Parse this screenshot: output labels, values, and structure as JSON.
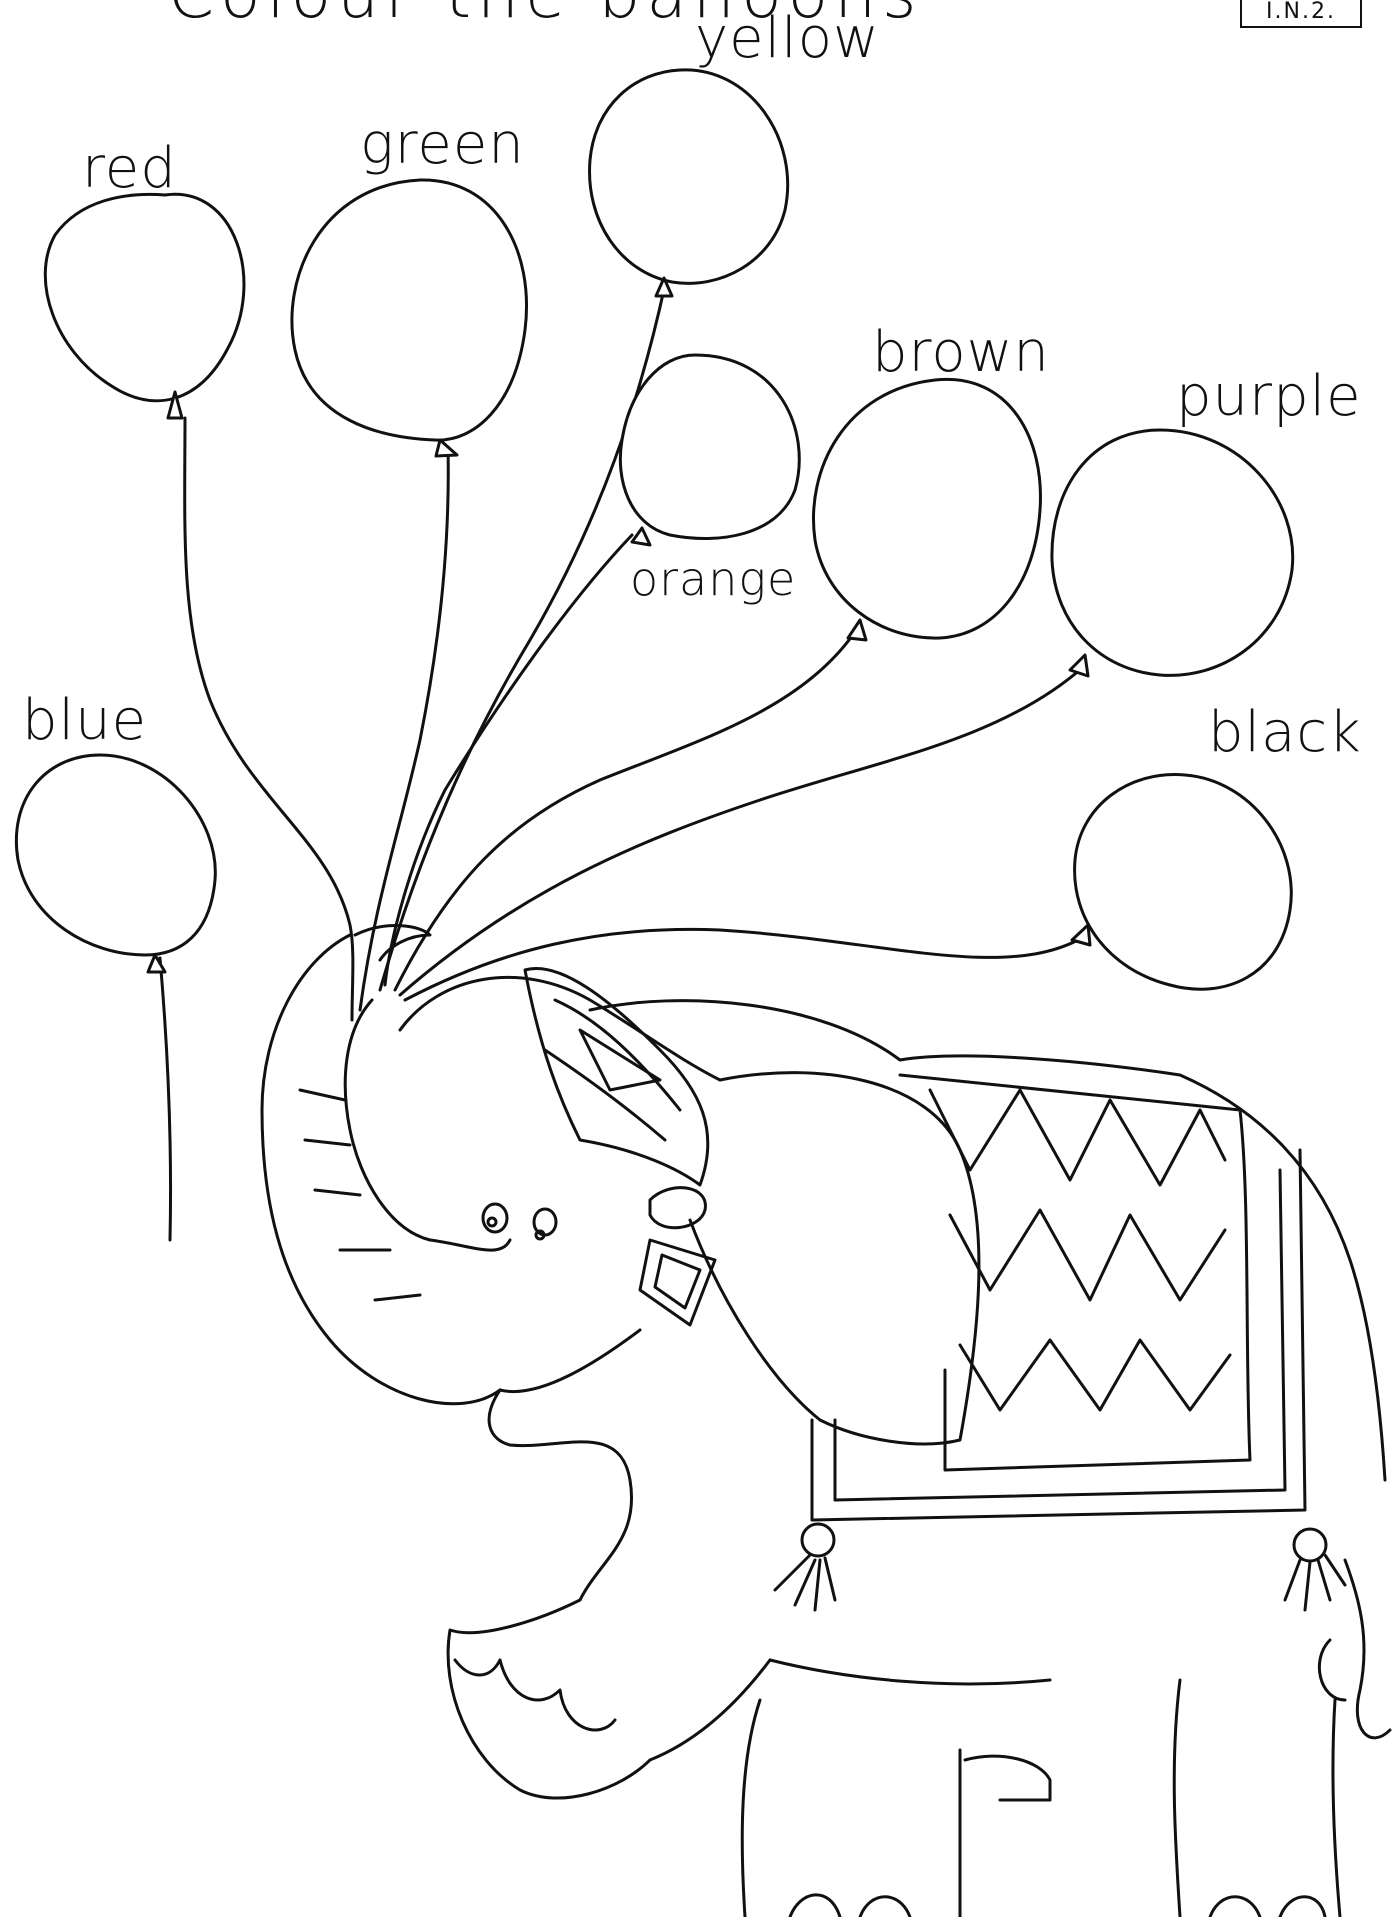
{
  "worksheet": {
    "title": "Colour the balloons",
    "code": "I.N.2."
  },
  "balloons": [
    {
      "id": "red",
      "label": "red",
      "color": "#d62828"
    },
    {
      "id": "green",
      "label": "green",
      "color": "#2a9d45"
    },
    {
      "id": "yellow",
      "label": "yellow",
      "color": "#f4d03f"
    },
    {
      "id": "orange",
      "label": "orange",
      "color": "#f08c00"
    },
    {
      "id": "brown",
      "label": "brown",
      "color": "#8b5a2b"
    },
    {
      "id": "purple",
      "label": "purple",
      "color": "#7b2cbf"
    },
    {
      "id": "black",
      "label": "black",
      "color": "#111111"
    },
    {
      "id": "blue",
      "label": "blue",
      "color": "#1e5bd6"
    }
  ]
}
